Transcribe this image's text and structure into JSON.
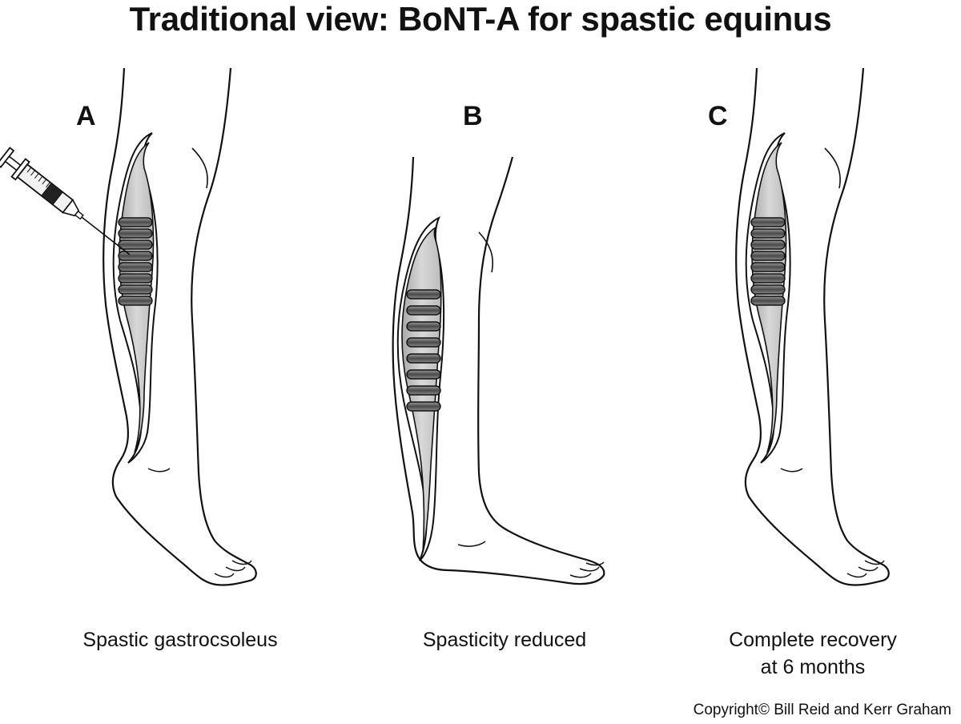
{
  "title": "Traditional view: BoNT-A for spastic equinus",
  "panels": [
    {
      "letter": "A",
      "caption": "Spastic gastrocsoleus"
    },
    {
      "letter": "B",
      "caption": "Spasticity reduced"
    },
    {
      "letter": "C",
      "caption": "Complete recovery\nat 6 months"
    }
  ],
  "copyright": "Copyright© Bill Reid and Kerr Graham",
  "colors": {
    "muscle_fill": "#c9c9c9",
    "spring_fill": "#6e6e6e",
    "outline": "#111111"
  }
}
